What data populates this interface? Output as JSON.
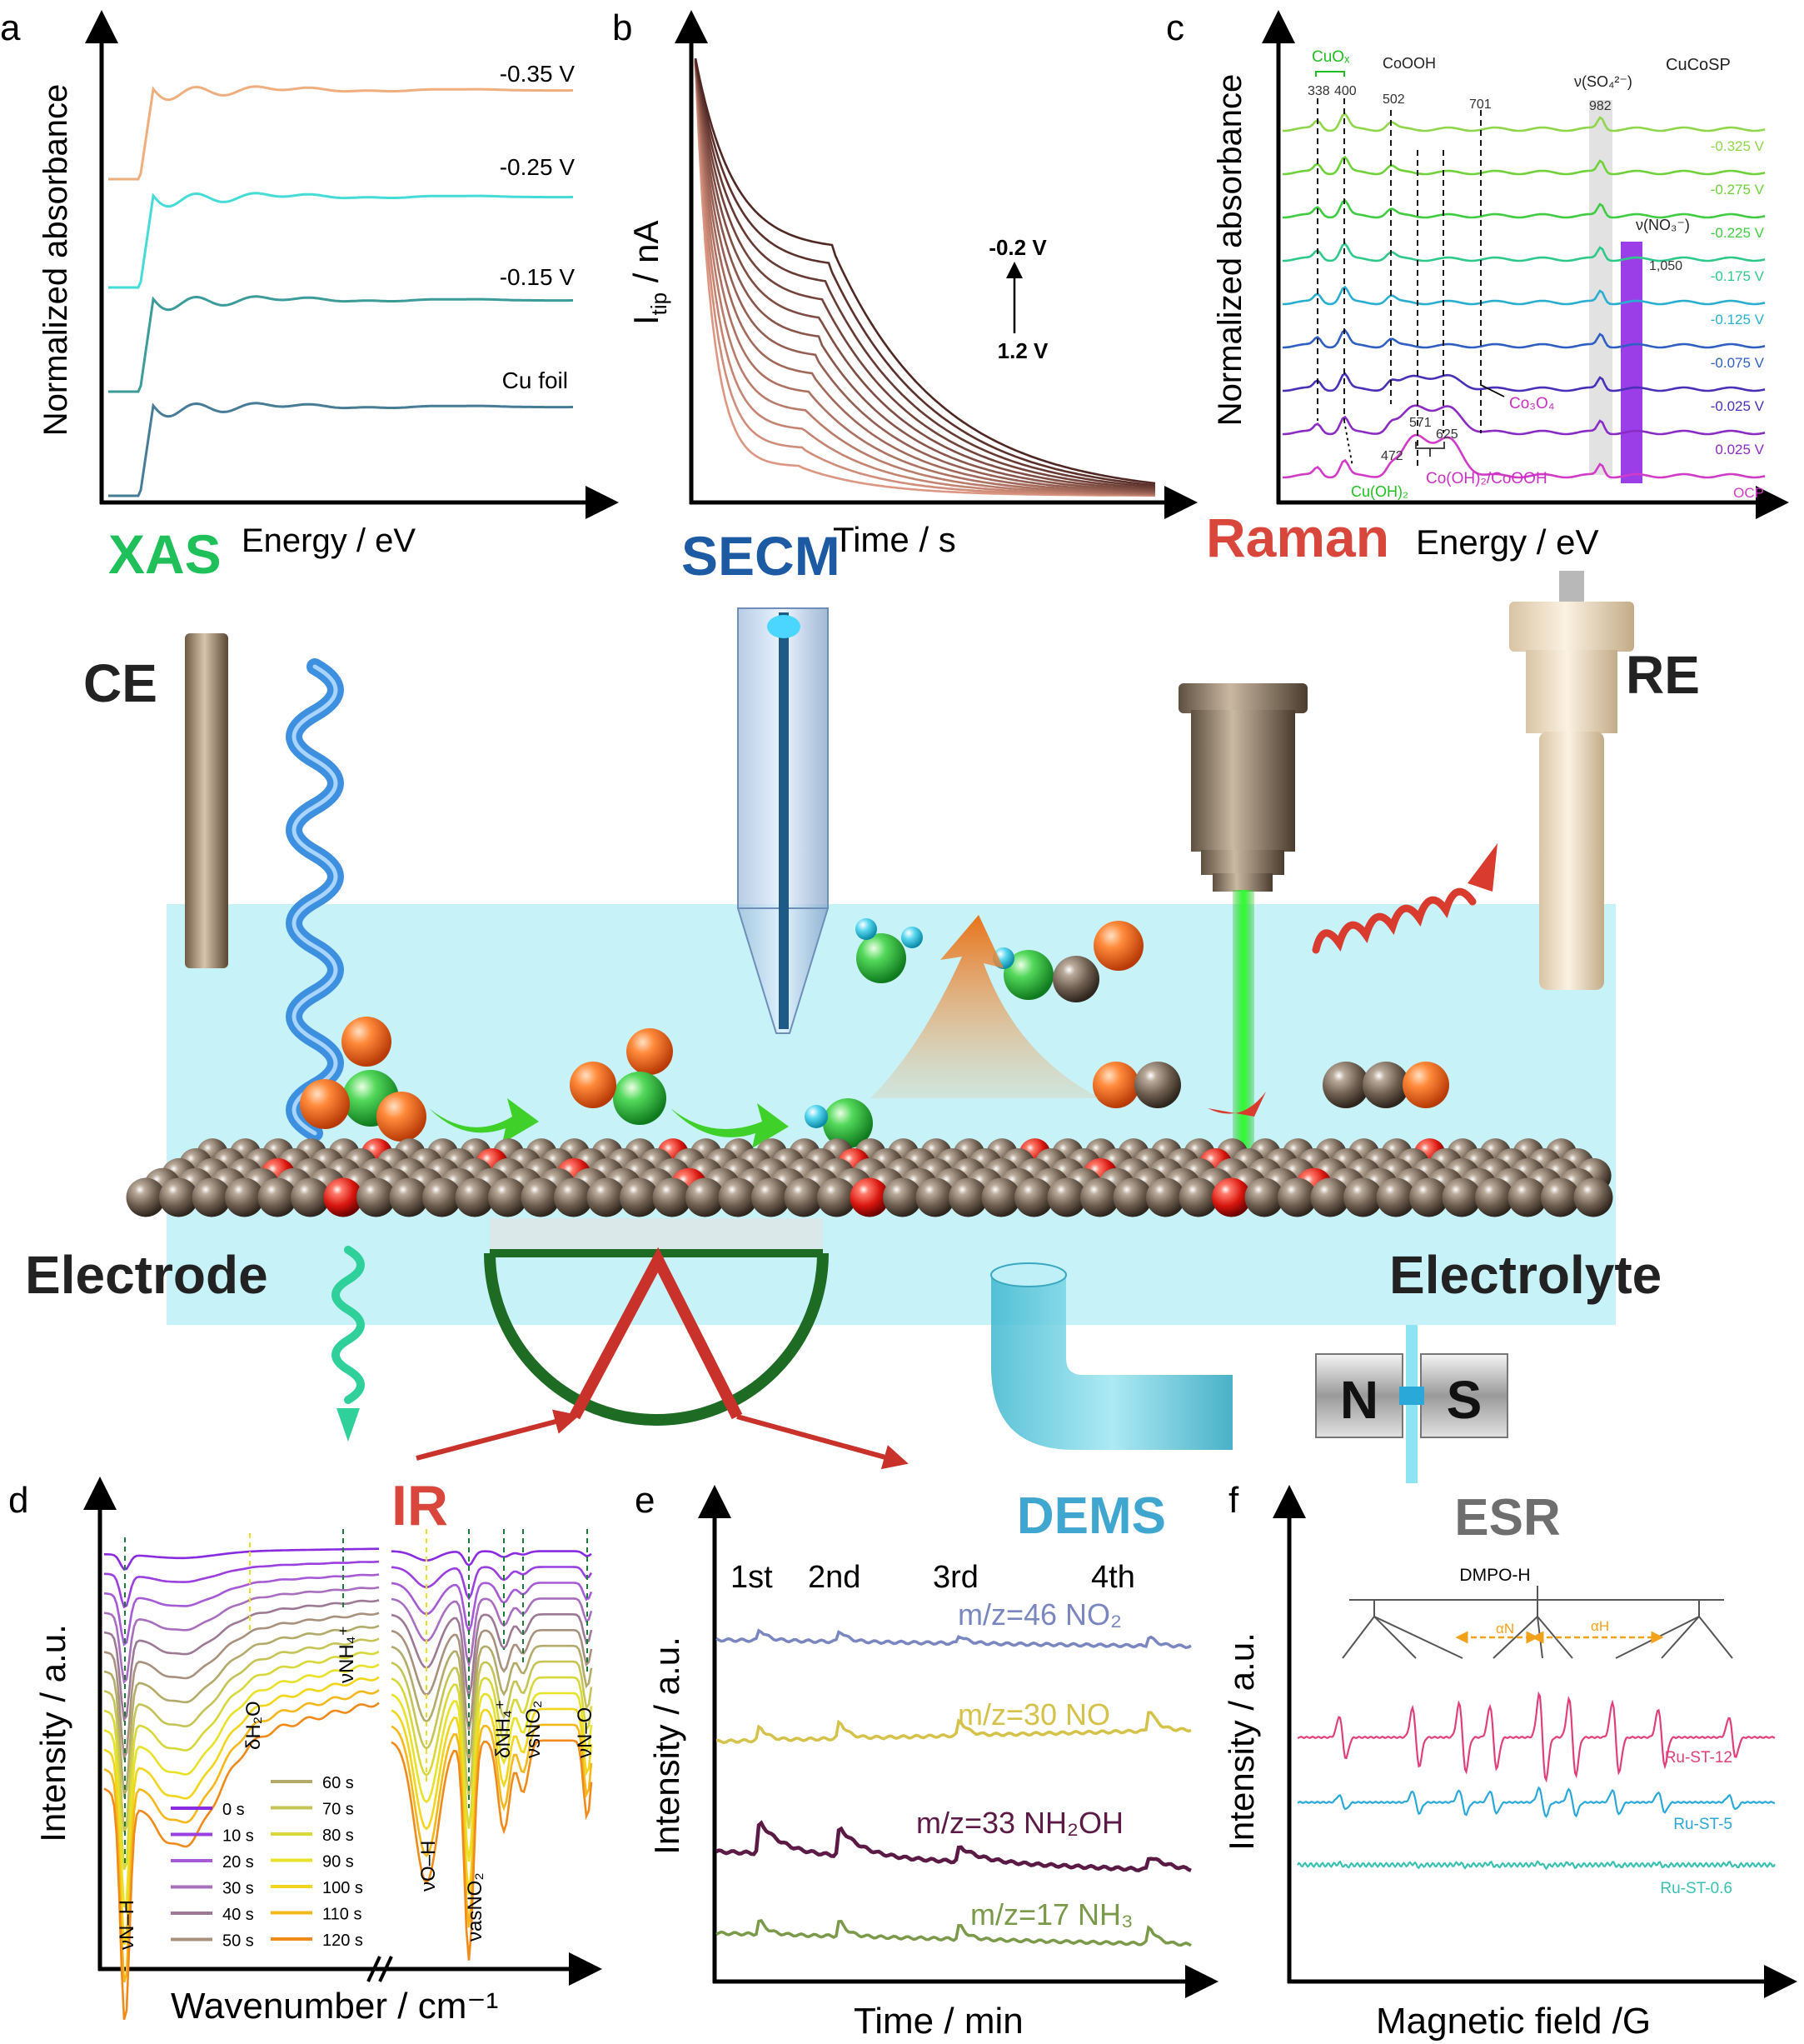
{
  "colors": {
    "xas": "#1fbf5a",
    "secm": "#1c5aa3",
    "raman": "#d9463b",
    "ir": "#d9463b",
    "dems": "#3fa6d0",
    "esr": "#6e6e6e",
    "electrolyte": "#c6f2f8"
  },
  "panel_a": {
    "letter": "a",
    "ylabel": "Normalized absorbance",
    "xlabel": "Energy / eV",
    "technique": "XAS",
    "traces": [
      {
        "label": "-0.35 V",
        "color": "#efae7d"
      },
      {
        "label": "-0.25 V",
        "color": "#45dcd8"
      },
      {
        "label": "-0.15 V",
        "color": "#3c9c9a"
      },
      {
        "label": "Cu foil",
        "color": "#477c97"
      }
    ]
  },
  "panel_b": {
    "letter": "b",
    "ylabel_main": "I",
    "ylabel_sub": "tip",
    "ylabel_rest": " / nA",
    "xlabel": "Time / s",
    "technique": "SECM",
    "arrow_top": "-0.2 V",
    "arrow_bottom": "1.2 V",
    "curve_count": 13
  },
  "panel_c": {
    "letter": "c",
    "ylabel": "Normalized absorbance",
    "xlabel": "Energy / eV",
    "technique": "Raman",
    "sample": "CuCoSP",
    "band_labels": {
      "cuox": "CuOₓ",
      "p338": "338",
      "p400": "400",
      "cooh": "CoOOH",
      "p502": "502",
      "p701": "701",
      "so4": "ν(SO₄²⁻)",
      "p982": "982",
      "no3": "ν(NO₃⁻)",
      "p1050": "1,050",
      "p472": "472",
      "cuoh2": "Cu(OH)₂",
      "p571": "571",
      "p625": "625",
      "cooh2": "Co(OH)₂/CoOOH",
      "co3o4": "Co₃O₄"
    },
    "traces": [
      {
        "label": "-0.325 V",
        "color": "#8fd64a"
      },
      {
        "label": "-0.275 V",
        "color": "#6fd23a"
      },
      {
        "label": "-0.225 V",
        "color": "#3fcc40"
      },
      {
        "label": "-0.175 V",
        "color": "#2ec98a"
      },
      {
        "label": "-0.125 V",
        "color": "#2aaed0"
      },
      {
        "label": "-0.075 V",
        "color": "#2f5fc2"
      },
      {
        "label": "-0.025 V",
        "color": "#4a2fb8"
      },
      {
        "label": "0.025 V",
        "color": "#8a2cc4"
      },
      {
        "label": "OCP",
        "color": "#d23ac8"
      }
    ]
  },
  "cell": {
    "ce_label": "CE",
    "re_label": "RE",
    "electrode_label": "Electrode",
    "electrolyte_label": "Electrolyte",
    "magnet_n": "N",
    "magnet_s": "S"
  },
  "panel_d": {
    "letter": "d",
    "ylabel": "Intensity / a.u.",
    "xlabel": "Wavenumber / cm⁻¹",
    "technique": "IR",
    "band_labels": {
      "nh": "νN–H",
      "h2o": "δH₂O",
      "nh4": "νNH₄⁺",
      "oh": "νO–H",
      "asno2": "νasNO₂",
      "dnh4": "δNH₄⁺",
      "sno2": "νsNO₂",
      "no": "νN–O"
    },
    "legend": [
      {
        "label": "0 s",
        "color": "#8a2be2"
      },
      {
        "label": "10 s",
        "color": "#9b3fe0"
      },
      {
        "label": "20 s",
        "color": "#a65ad6"
      },
      {
        "label": "30 s",
        "color": "#a86fbf"
      },
      {
        "label": "40 s",
        "color": "#9c7a95"
      },
      {
        "label": "50 s",
        "color": "#a8927e"
      },
      {
        "label": "60 s",
        "color": "#b3ab6a"
      },
      {
        "label": "70 s",
        "color": "#c6c457"
      },
      {
        "label": "80 s",
        "color": "#d8d83c"
      },
      {
        "label": "90 s",
        "color": "#e8e22a"
      },
      {
        "label": "100 s",
        "color": "#f2d61c"
      },
      {
        "label": "110 s",
        "color": "#f5b81a"
      },
      {
        "label": "120 s",
        "color": "#f08a1a"
      }
    ]
  },
  "panel_e": {
    "letter": "e",
    "ylabel": "Intensity / a.u.",
    "xlabel": "Time / min",
    "technique": "DEMS",
    "cycles": [
      "1st",
      "2nd",
      "3rd",
      "4th"
    ],
    "traces": [
      {
        "label": "m/z=46 NO₂",
        "color": "#7a86c0"
      },
      {
        "label": "m/z=30 NO",
        "color": "#d4c24a"
      },
      {
        "label": "m/z=33 NH₂OH",
        "color": "#5a1a45"
      },
      {
        "label": "m/z=17 NH₃",
        "color": "#7a9a4a"
      }
    ]
  },
  "panel_f": {
    "letter": "f",
    "ylabel": "Intensity / a.u.",
    "xlabel": "Magnetic field /G",
    "technique": "ESR",
    "adduct": "DMPO-H",
    "alpha_n": "αN",
    "alpha_h": "αH",
    "traces": [
      {
        "label": "Ru-ST-12",
        "color": "#e0407a"
      },
      {
        "label": "Ru-ST-5",
        "color": "#2aa8d8"
      },
      {
        "label": "Ru-ST-0.6",
        "color": "#3ac0b0"
      }
    ]
  }
}
